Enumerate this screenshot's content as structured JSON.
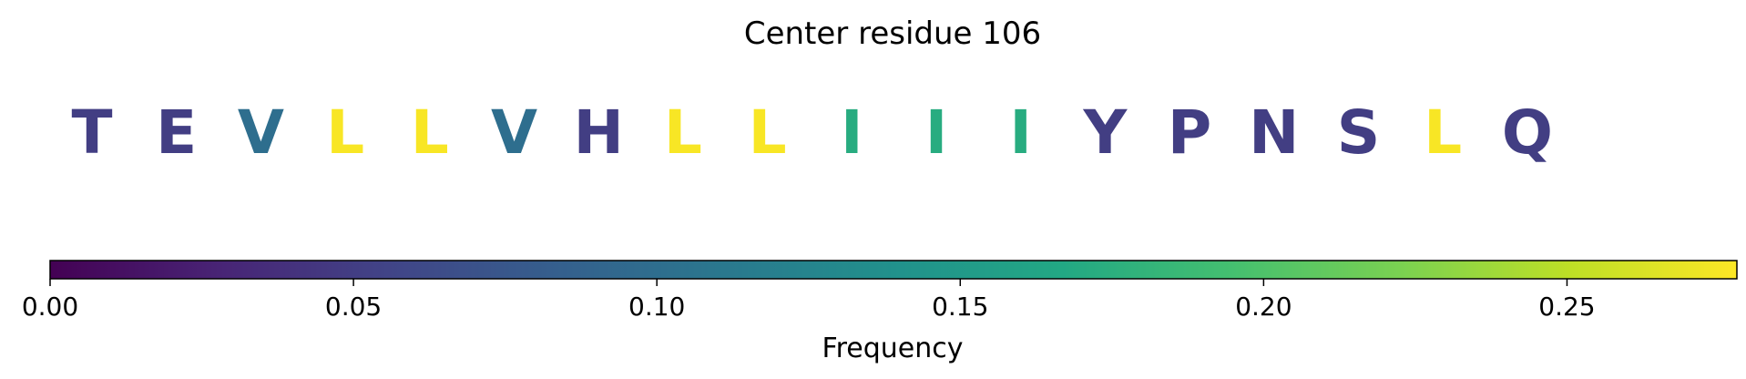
{
  "chart_data": {
    "type": "sequence-logo",
    "title": "Center residue 106",
    "residues": [
      {
        "letter": "T",
        "frequency": 0.05
      },
      {
        "letter": "E",
        "frequency": 0.05
      },
      {
        "letter": "V",
        "frequency": 0.1
      },
      {
        "letter": "L",
        "frequency": 0.276
      },
      {
        "letter": "L",
        "frequency": 0.276
      },
      {
        "letter": "V",
        "frequency": 0.1
      },
      {
        "letter": "H",
        "frequency": 0.05
      },
      {
        "letter": "L",
        "frequency": 0.276
      },
      {
        "letter": "L",
        "frequency": 0.276
      },
      {
        "letter": "I",
        "frequency": 0.172
      },
      {
        "letter": "I",
        "frequency": 0.172
      },
      {
        "letter": "I",
        "frequency": 0.172
      },
      {
        "letter": "Y",
        "frequency": 0.05
      },
      {
        "letter": "P",
        "frequency": 0.05
      },
      {
        "letter": "N",
        "frequency": 0.05
      },
      {
        "letter": "S",
        "frequency": 0.05
      },
      {
        "letter": "L",
        "frequency": 0.276
      },
      {
        "letter": "Q",
        "frequency": 0.05
      }
    ],
    "colorbar": {
      "label": "Frequency",
      "colormap": "viridis",
      "range": [
        0,
        0.278
      ],
      "ticks": [
        0.0,
        0.05,
        0.1,
        0.15,
        0.2,
        0.25
      ],
      "tick_labels": [
        "0.00",
        "0.05",
        "0.10",
        "0.15",
        "0.20",
        "0.25"
      ]
    }
  }
}
